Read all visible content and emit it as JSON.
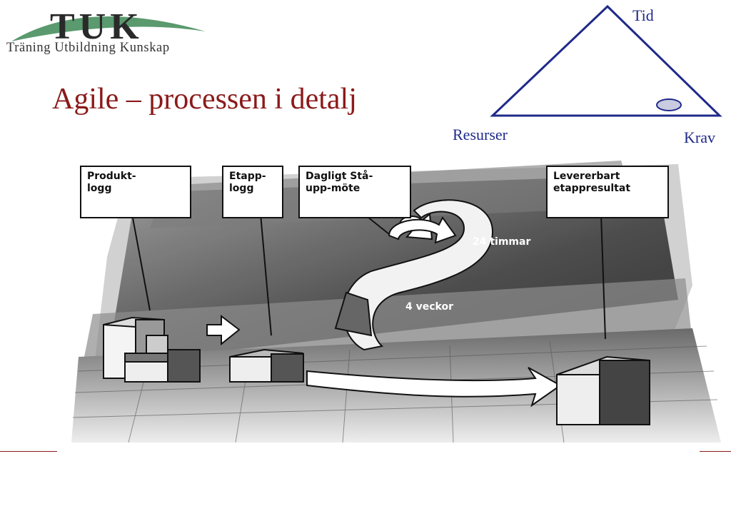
{
  "logo": {
    "wordmark": "TUK",
    "tagline": "Träning  Utbildning  Kunskap",
    "colors": {
      "arc": "#5a9a6e",
      "letters": "#2a2a2a"
    }
  },
  "slide": {
    "title": "Agile – processen i detalj",
    "title_color": "#8b1a1a"
  },
  "triangle": {
    "top_label": "Tid",
    "left_label": "Resurser",
    "right_label": "Krav",
    "line_color": "#1f2a8a",
    "marker_color": "#c9cbe0"
  },
  "diagram": {
    "callouts": {
      "product_backlog": "Produkt-\nlogg",
      "sprint_backlog": "Etapp-\nlogg",
      "daily_standup": "Dagligt Stå-\nupp-möte",
      "deliverable": "Levererbart\netappresultat"
    },
    "cycle_daily": "24 timmar",
    "cycle_sprint": "4 veckor"
  }
}
